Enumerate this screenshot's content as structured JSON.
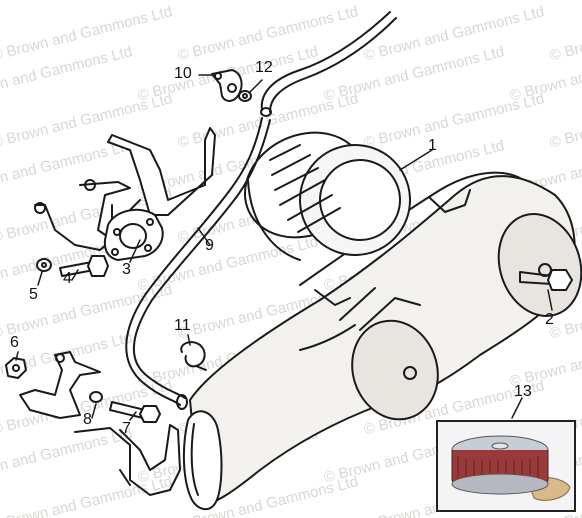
{
  "watermark": {
    "text": "© Brown and Gammons Ltd",
    "color": "#dad7d3"
  },
  "callouts": [
    {
      "id": "1",
      "label": "1"
    },
    {
      "id": "2",
      "label": "2"
    },
    {
      "id": "3",
      "label": "3"
    },
    {
      "id": "4",
      "label": "4"
    },
    {
      "id": "5",
      "label": "5"
    },
    {
      "id": "6",
      "label": "6"
    },
    {
      "id": "7",
      "label": "7"
    },
    {
      "id": "8",
      "label": "8"
    },
    {
      "id": "9",
      "label": "9"
    },
    {
      "id": "10",
      "label": "10"
    },
    {
      "id": "11",
      "label": "11"
    },
    {
      "id": "12",
      "label": "12"
    },
    {
      "id": "13",
      "label": "13"
    }
  ],
  "colors": {
    "line": "#1a1a1a",
    "inset_filter": "#9a3b3b"
  }
}
